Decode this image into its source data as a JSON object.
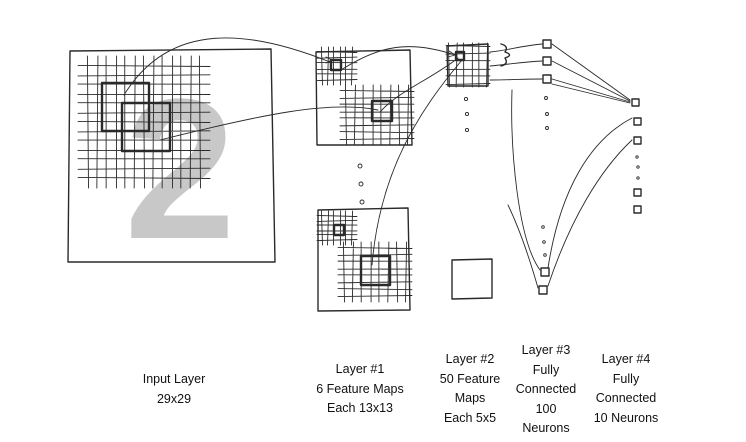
{
  "labels": {
    "input_layer": [
      "Input Layer",
      "29x29"
    ],
    "layer1": [
      "Layer #1",
      "6 Feature Maps",
      "Each 13x13"
    ],
    "layer2": [
      "Layer #2",
      "50 Feature",
      "Maps",
      "Each 5x5"
    ],
    "layer3": [
      "Layer #3",
      "Fully",
      "Connected",
      "100",
      "Neurons"
    ],
    "layer4": [
      "Layer #4",
      "Fully",
      "Connected",
      "10 Neurons"
    ]
  },
  "input_digit": "2",
  "colors": {
    "ink": "#2a2a2a",
    "digit": "#c8c8c8"
  }
}
